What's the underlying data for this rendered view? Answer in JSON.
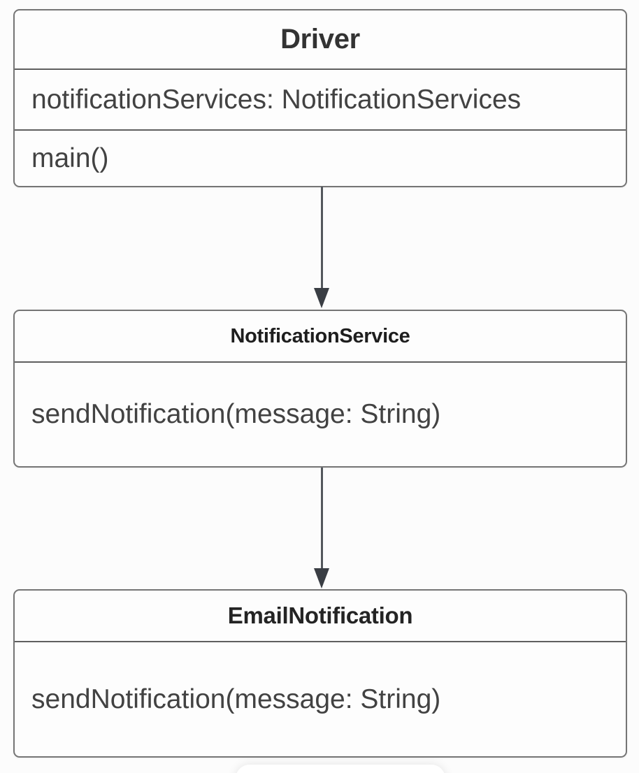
{
  "diagram": {
    "type": "uml-class-diagram",
    "classes": [
      {
        "name": "Driver",
        "attributes": [
          "notificationServices: NotificationServices"
        ],
        "methods": [
          "main()"
        ]
      },
      {
        "name": "NotificationService",
        "attributes": [],
        "methods": [
          "sendNotification(message: String)"
        ]
      },
      {
        "name": "EmailNotification",
        "attributes": [],
        "methods": [
          "sendNotification(message: String)"
        ]
      }
    ],
    "connectors": [
      {
        "from": "Driver",
        "to": "NotificationService",
        "style": "solid-line-filled-arrow-down"
      },
      {
        "from": "NotificationService",
        "to": "EmailNotification",
        "style": "solid-line-filled-arrow-down"
      }
    ],
    "colors": {
      "background": "#fcfcfc",
      "box_fill": "#fdfdfd",
      "box_border": "#757575",
      "divider": "#5f5f5f",
      "title_text": "#2b2b2b",
      "member_text": "#424242",
      "arrow": "#3a3e44"
    }
  }
}
